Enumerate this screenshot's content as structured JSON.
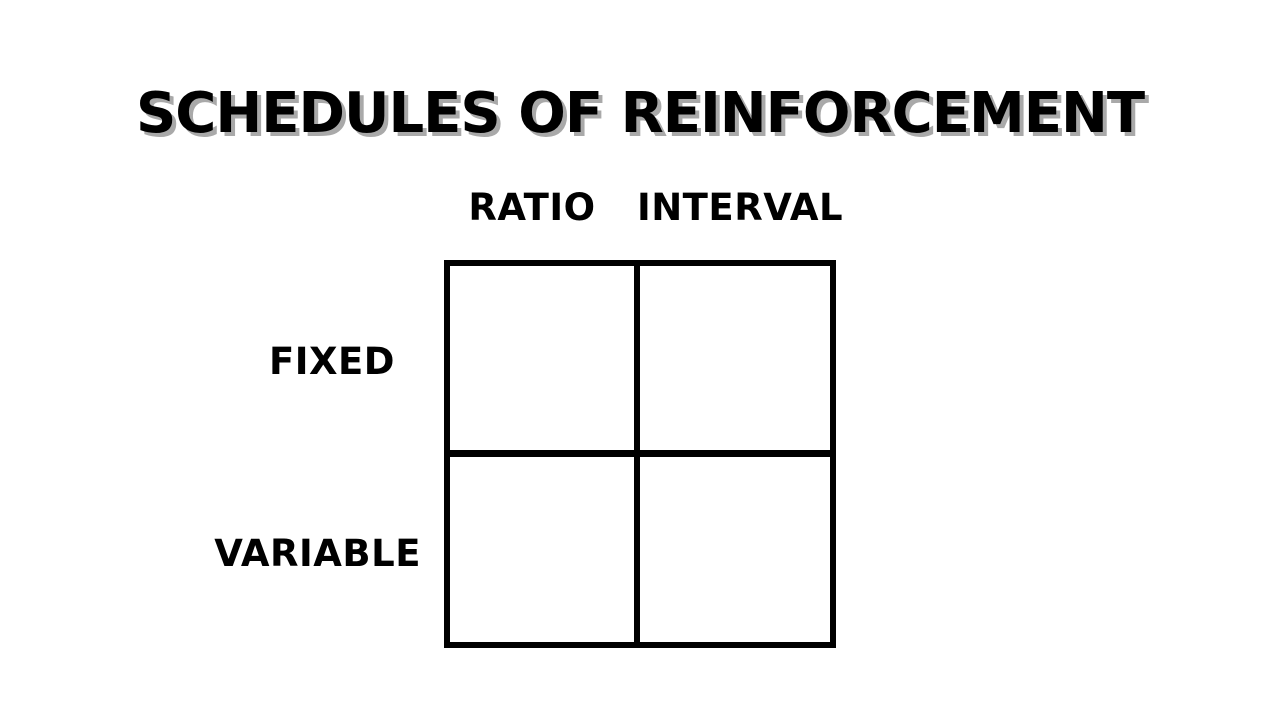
{
  "title": "SCHEDULES OF REINFORCEMENT",
  "columns": [
    "RATIO",
    "INTERVAL"
  ],
  "rows": [
    "FIXED",
    "VARIABLE"
  ],
  "colors": {
    "background": "#ffffff",
    "text": "#000000",
    "title_shadow": "#a9a9a9",
    "grid_lines": "#000000"
  }
}
